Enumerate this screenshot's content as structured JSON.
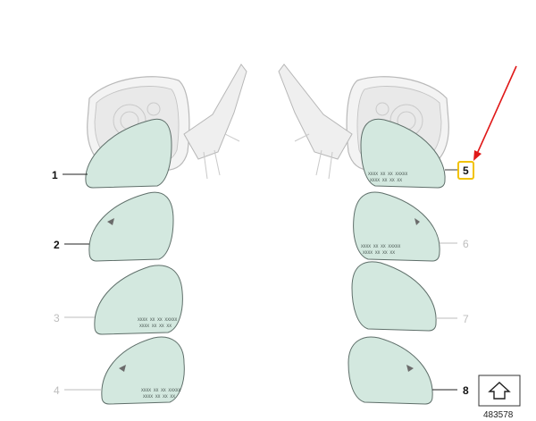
{
  "diagram": {
    "callouts": [
      {
        "id": "1",
        "label": "1",
        "style": "dark"
      },
      {
        "id": "2",
        "label": "2",
        "style": "dark"
      },
      {
        "id": "3",
        "label": "3",
        "style": "dim"
      },
      {
        "id": "4",
        "label": "4",
        "style": "dim"
      },
      {
        "id": "5",
        "label": "5",
        "style": "highlighted"
      },
      {
        "id": "6",
        "label": "6",
        "style": "dim"
      },
      {
        "id": "7",
        "label": "7",
        "style": "dim"
      },
      {
        "id": "8",
        "label": "8",
        "style": "dark"
      }
    ],
    "glass_marking": "XXXX XX XX XXXXX",
    "glass_marking_2": "XXXX XX XX XX",
    "document_number": "483578",
    "colors": {
      "glass": "#d3e8df",
      "highlight_border": "#f2c200",
      "arrow": "#e01818",
      "dim_label": "#bdbdbd"
    },
    "icons": [
      "warning-triangle-icon",
      "direction-symbol-icon",
      "annotation-arrow-icon"
    ]
  }
}
